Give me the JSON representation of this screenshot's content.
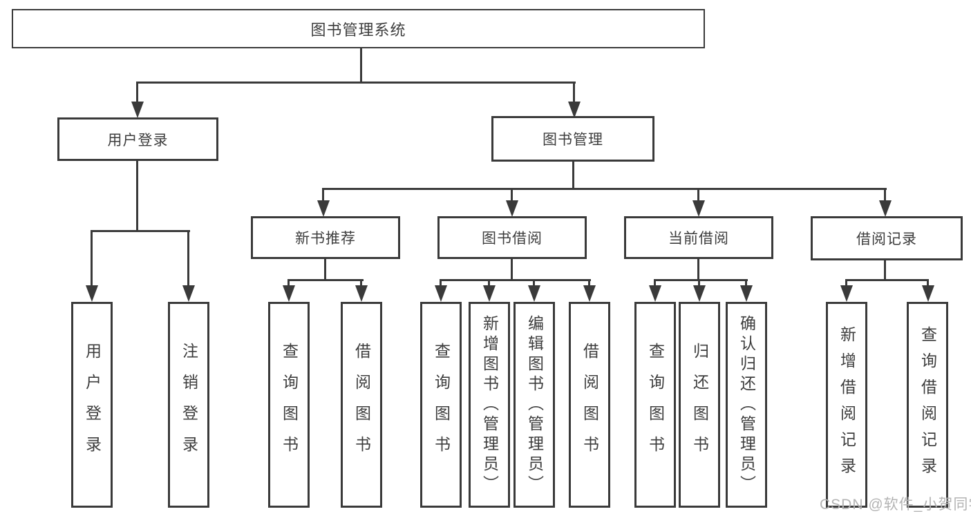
{
  "diagram": {
    "root": {
      "label": "图书管理系统"
    },
    "level2": [
      {
        "id": "user-login",
        "label": "用户登录"
      },
      {
        "id": "book-management",
        "label": "图书管理"
      }
    ],
    "level3": [
      {
        "id": "new-book-recommend",
        "label": "新书推荐"
      },
      {
        "id": "book-borrow",
        "label": "图书借阅"
      },
      {
        "id": "current-borrow",
        "label": "当前借阅"
      },
      {
        "id": "borrow-records",
        "label": "借阅记录"
      }
    ],
    "level4": {
      "user_login_children": [
        {
          "label": "用户登录"
        },
        {
          "label": "注销登录"
        }
      ],
      "new_book_children": [
        {
          "label": "查询图书"
        },
        {
          "label": "借阅图书"
        }
      ],
      "book_borrow_children": [
        {
          "label": "查询图书"
        },
        {
          "label": "新增图书（管理员）"
        },
        {
          "label": "编辑图书（管理员）"
        },
        {
          "label": "借阅图书"
        }
      ],
      "current_borrow_children": [
        {
          "label": "查询图书"
        },
        {
          "label": "归还图书"
        },
        {
          "label": "确认归还（管理员）"
        }
      ],
      "borrow_record_children": [
        {
          "label": "新增借阅记录"
        },
        {
          "label": "查询借阅记录"
        }
      ]
    },
    "watermark": "CSDN @软件_小贺同学",
    "colors": {
      "line": "#3a3a3a",
      "text": "#3d3d3d",
      "watermark": "#b3b3b3",
      "background": "#ffffff"
    }
  }
}
